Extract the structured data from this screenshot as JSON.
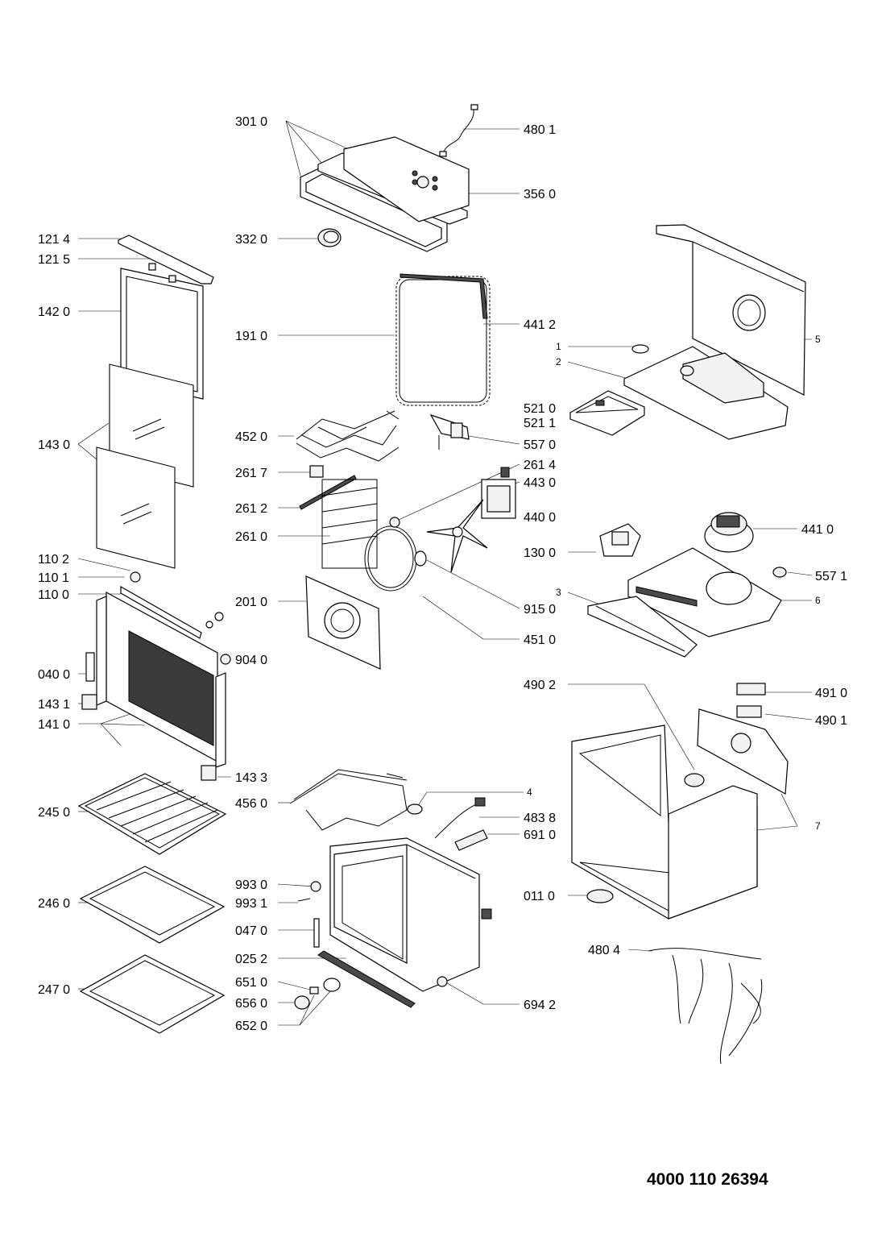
{
  "drawing_number": "4000 110 26394",
  "callouts": {
    "c3010": "301 0",
    "c4801": "480 1",
    "c3560": "356 0",
    "c3320": "332 0",
    "c1214": "121 4",
    "c1215": "121 5",
    "c1420": "142 0",
    "c1910": "191 0",
    "c4412": "441 2",
    "c1": "1",
    "c2": "2",
    "c5": "5",
    "c5210": "521 0",
    "c5211": "521 1",
    "c4520": "452 0",
    "c5570": "557 0",
    "c1430": "143 0",
    "c2617": "261 7",
    "c2614": "261 4",
    "c4430": "443 0",
    "c2612": "261 2",
    "c4400": "440 0",
    "c2610": "261 0",
    "c4410": "441 0",
    "c1300": "130 0",
    "c1102": "110 2",
    "c1101": "110 1",
    "c5571": "557 1",
    "c1100": "110 0",
    "c3": "3",
    "c2010": "201 0",
    "c6": "6",
    "c9150": "915 0",
    "c4510": "451 0",
    "c9040": "904 0",
    "c0400": "040 0",
    "c4902": "490 2",
    "c1431": "143 1",
    "c4910": "491 0",
    "c1410": "141 0",
    "c4901": "490 1",
    "c1433": "143 3",
    "c4": "4",
    "c2450": "245 0",
    "c4560": "456 0",
    "c4838": "483 8",
    "c7": "7",
    "c6910": "691 0",
    "c9930": "993 0",
    "c0110": "011 0",
    "c2460": "246 0",
    "c9931": "993 1",
    "c0470": "047 0",
    "c4804": "480 4",
    "c0252": "025 2",
    "c2470": "247 0",
    "c6510": "651 0",
    "c6942": "694 2",
    "c6560": "656 0",
    "c6520": "652 0"
  }
}
